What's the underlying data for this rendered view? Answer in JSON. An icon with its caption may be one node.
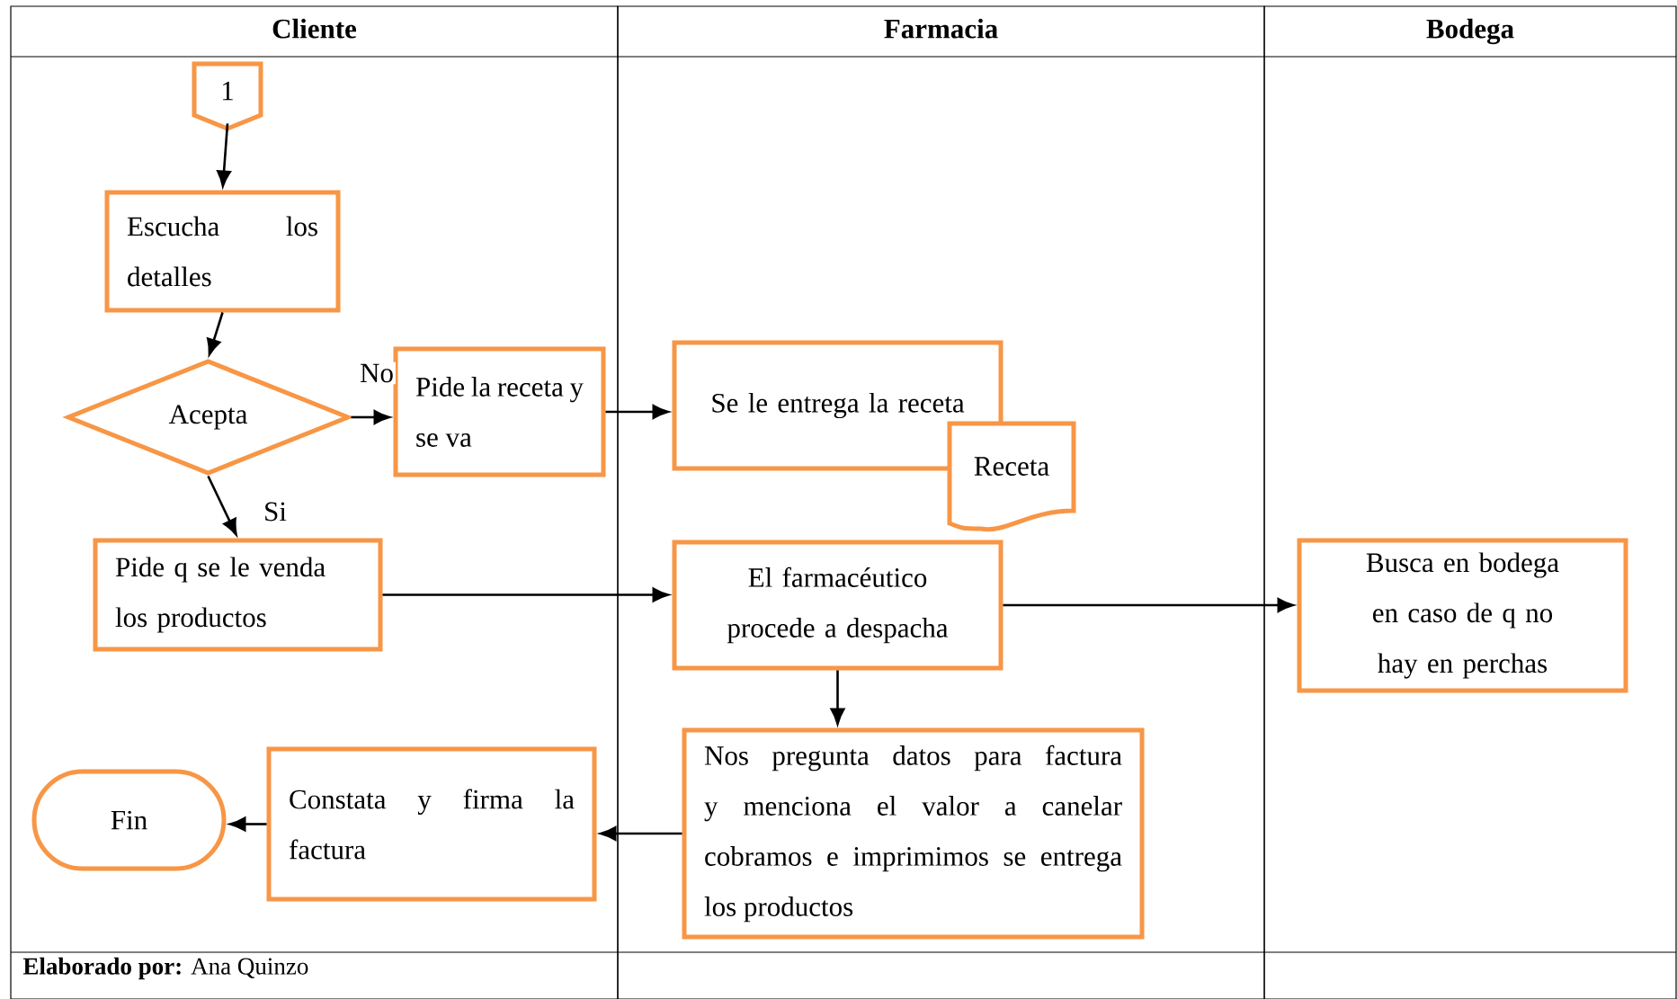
{
  "diagram": {
    "nodes": [
      {
        "text": [
          "Cliente"
        ]
      },
      {
        "text": [
          "Farmacia"
        ]
      },
      {
        "text": [
          "Bodega"
        ]
      },
      {
        "text": [
          "1"
        ],
        "in": 0
      },
      {
        "text": [
          "Escucha los detalles"
        ],
        "in": 0
      },
      {
        "text": [
          "Acepta"
        ],
        "in": 0
      },
      {
        "text": [
          "Pide la receta y se va"
        ],
        "in": 0
      },
      {
        "text": [
          "Se le entrega la receta"
        ],
        "in": 1
      },
      {
        "text": [
          "Receta"
        ],
        "in": 1
      },
      {
        "text": [
          "Pide q se le venda los productos"
        ],
        "in": 0
      },
      {
        "text": [
          "El farmacéutico procede a despacha"
        ],
        "in": 1
      },
      {
        "text": [
          "Busca en bodega en caso de q no hay en perchas"
        ],
        "in": 2
      },
      {
        "text": [
          "Nos pregunta datos para factura y menciona el valor a canelar cobramos e imprimimos se entrega los productos"
        ],
        "in": 1
      },
      {
        "text": [
          "Constata y firma la factura"
        ],
        "in": 0
      },
      {
        "text": [
          "Fin"
        ],
        "in": 0
      }
    ],
    "edges": [
      {
        "from": 3,
        "to": 4,
        "arrow": "to"
      },
      {
        "from": 4,
        "to": 5,
        "arrow": "to"
      },
      {
        "from": 5,
        "to": 6,
        "arrow": "to",
        "label": "No"
      },
      {
        "from": 5,
        "to": 9,
        "arrow": "to",
        "label": "Si"
      },
      {
        "from": 6,
        "to": 7,
        "arrow": "to"
      },
      {
        "from": 9,
        "to": 10,
        "arrow": "to"
      },
      {
        "from": 10,
        "to": 11,
        "arrow": "to"
      },
      {
        "from": 10,
        "to": 12,
        "arrow": "to"
      },
      {
        "from": 12,
        "to": 13,
        "arrow": "to"
      },
      {
        "from": 13,
        "to": 14,
        "arrow": "to"
      }
    ],
    "labels": [
      "**Elaborado por:** Ana Quinzo"
    ]
  }
}
